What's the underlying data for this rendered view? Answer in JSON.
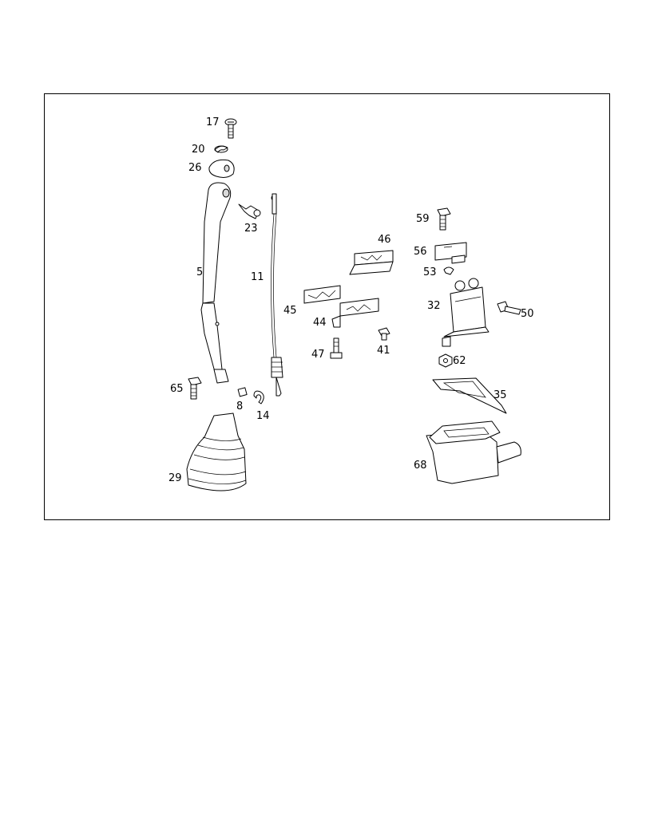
{
  "diagram": {
    "callouts": [
      "17",
      "20",
      "26",
      "23",
      "5",
      "11",
      "65",
      "8",
      "14",
      "29",
      "46",
      "45",
      "44",
      "47",
      "41",
      "59",
      "56",
      "53",
      "32",
      "50",
      "62",
      "35",
      "68"
    ]
  },
  "colors": {
    "line": "#000000",
    "background": "#ffffff",
    "shade": "#d9d9d9"
  }
}
